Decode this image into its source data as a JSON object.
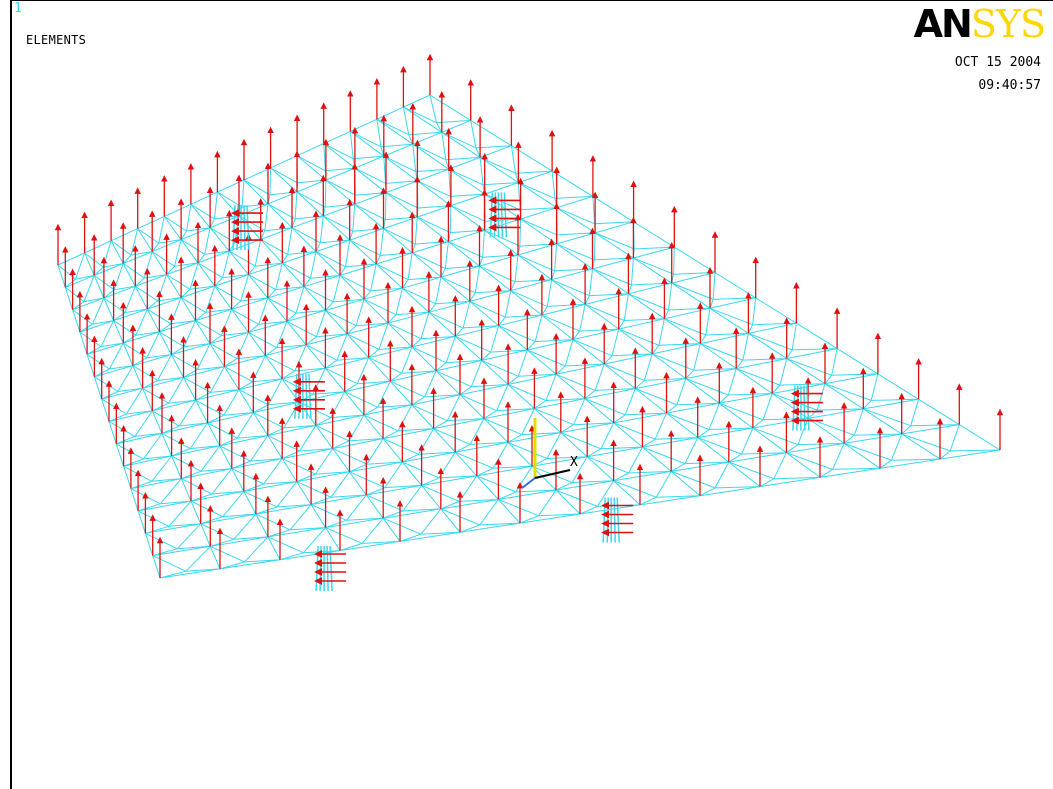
{
  "window": {
    "number": "1"
  },
  "plot": {
    "title": "ELEMENTS",
    "date": "OCT 15 2004",
    "time": "09:40:57"
  },
  "logo": {
    "an": "AN",
    "sys": "SYS"
  },
  "triad": {
    "x_label": "X"
  },
  "colors": {
    "mesh": "#3ad8f0",
    "force_arrows": "#e01010",
    "triad_y": "#e0e000",
    "triad_z": "#2a6cff",
    "background": "#ffffff"
  }
}
